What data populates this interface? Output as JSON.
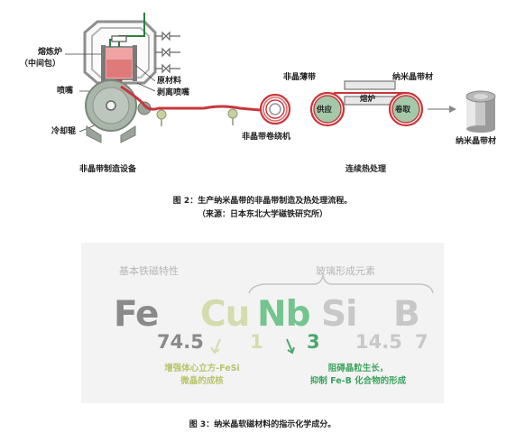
{
  "figure2": {
    "labels": {
      "furnace": "熔炼炉",
      "tundish": "（中间包）",
      "nozzle": "喷嘴",
      "raw_material": "原材料",
      "strip_nozzle": "剥离喷嘴",
      "cooling_roll": "冷却辊",
      "amorphous_thin_strip": "非晶薄带",
      "amorphous_strip_winder": "非晶带卷绕机",
      "nanocrystal_strip_top": "纳米晶带材",
      "supply": "供应",
      "furnace_box": "熔炉",
      "winding": "卷取",
      "nanocrystal_product": "纳米晶带材"
    },
    "section_equipment": "非晶带制造设备",
    "section_heat": "连续热处理",
    "caption_line1": "图 2：生产纳米晶带的非晶带制造及热处理流程。",
    "caption_line2": "（来源：日本东北大学磁铁研究所）"
  },
  "figure3": {
    "basic_label": "基本铁磁特性",
    "glass_label": "玻璃形成元素",
    "elements": [
      {
        "symbol": "Fe",
        "color": "#8a8a8a"
      },
      {
        "symbol": "Cu",
        "color": "#d4dcae"
      },
      {
        "symbol": "Nb",
        "color": "#74c48f"
      },
      {
        "symbol": "Si",
        "color": "#c8c8c8"
      },
      {
        "symbol": "B",
        "color": "#c8c8c8"
      }
    ],
    "numbers": [
      {
        "value": "74.5",
        "color": "#8a8a8a"
      },
      {
        "value": "1",
        "color": "#d4dcae"
      },
      {
        "value": "3",
        "color": "#4aa86c"
      },
      {
        "value": "14.5",
        "color": "#c8c8c8"
      },
      {
        "value": "7",
        "color": "#c8c8c8"
      }
    ],
    "note_cu_line1": "增强体心立方-FeSi",
    "note_cu_line2": "微晶的成核",
    "note_nb_line1": "阻碍晶粒生长，",
    "note_nb_line2": "抑制 Fe-B 化合物的形成",
    "note_cu_color": "#b9c46a",
    "note_nb_color": "#3ea35e",
    "caption": "图 3：纳米晶软磁材料的指示化学成分。"
  }
}
